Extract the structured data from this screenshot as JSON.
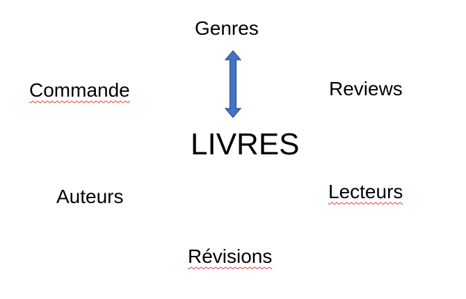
{
  "diagram": {
    "center": "LIVRES",
    "nodes": {
      "genres": "Genres",
      "commande": "Commande",
      "reviews": "Reviews",
      "auteurs": "Auteurs",
      "lecteurs": "Lecteurs",
      "revisions": "Révisions"
    },
    "connector": {
      "type": "double-headed-arrow",
      "between": [
        "Genres",
        "LIVRES"
      ],
      "fill": "#4472C4",
      "stroke": "#2F528F"
    },
    "spellcheck_color": "#e03a3a"
  }
}
